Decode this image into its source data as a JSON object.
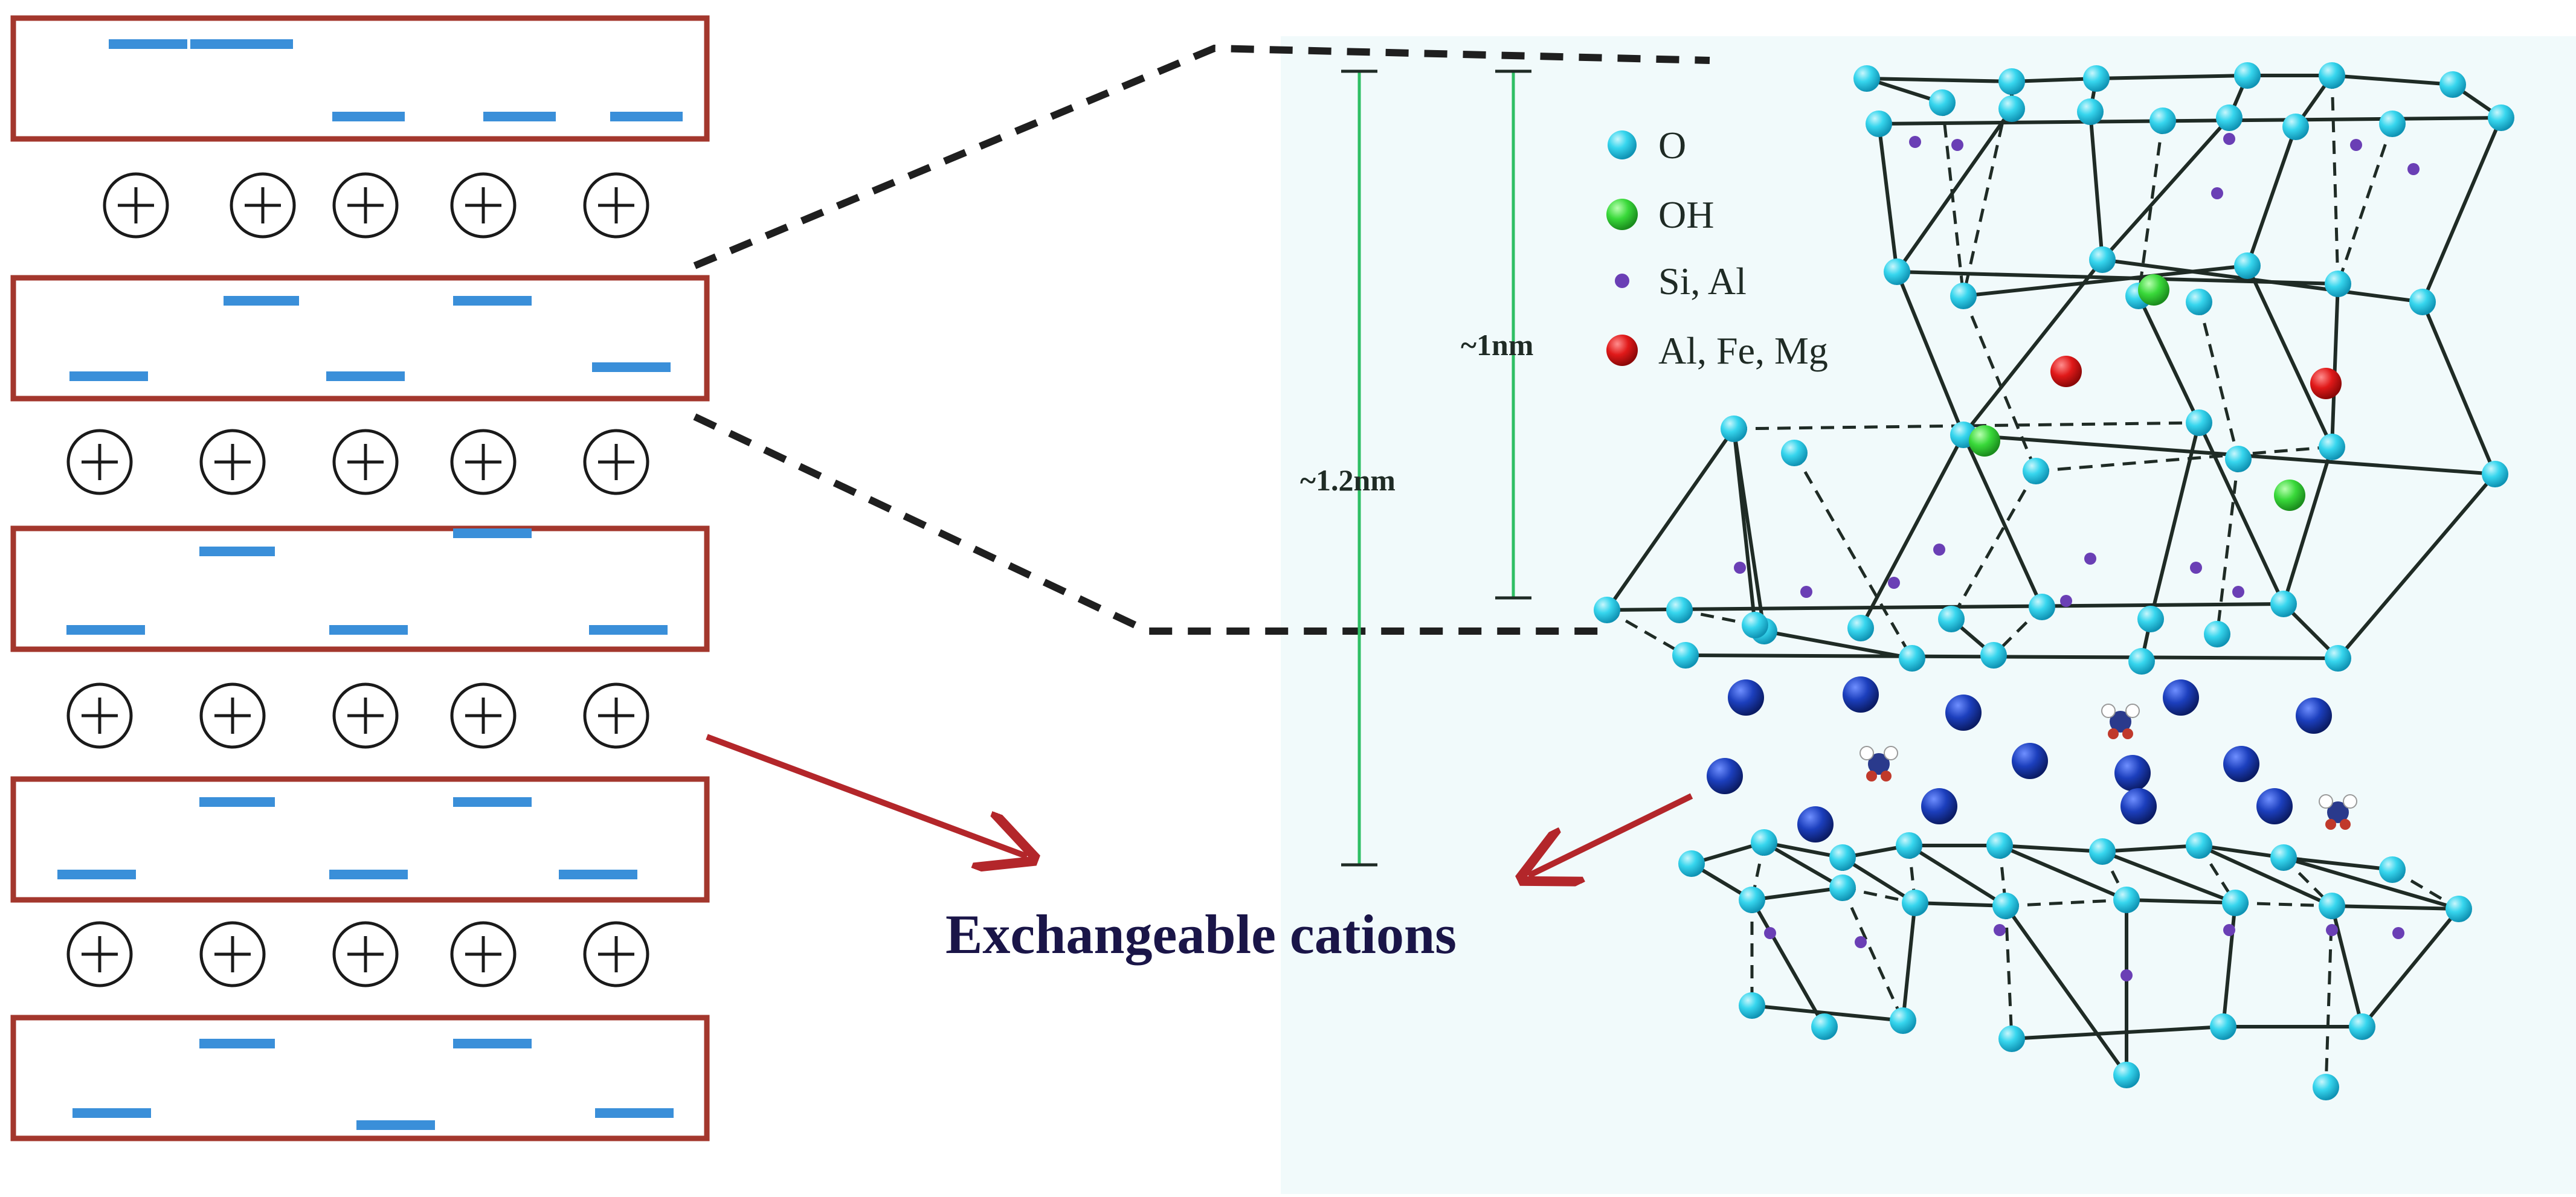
{
  "labels": {
    "caption": "Exchangeable cations",
    "dim_inner": "~1nm",
    "dim_outer": "~1.2nm",
    "cation_symbol": "+"
  },
  "legend": [
    {
      "label": "O",
      "color": "#37d6ee"
    },
    {
      "label": "OH",
      "color": "#39d93a"
    },
    {
      "label": "Si, Al",
      "color": "#6a3fb5"
    },
    {
      "label": "Al, Fe, Mg",
      "color": "#e01919"
    }
  ],
  "colors": {
    "layer_border": "#a3372d",
    "negative_charge": "#3a8fd9",
    "arrow": "#b3262a",
    "panel_bg": "#f1fafb",
    "dimension_line": "#2fbf64",
    "caption_text": "#1a1548",
    "cation_sphere": "#1c3fbd",
    "bond": "#1f2b25"
  }
}
